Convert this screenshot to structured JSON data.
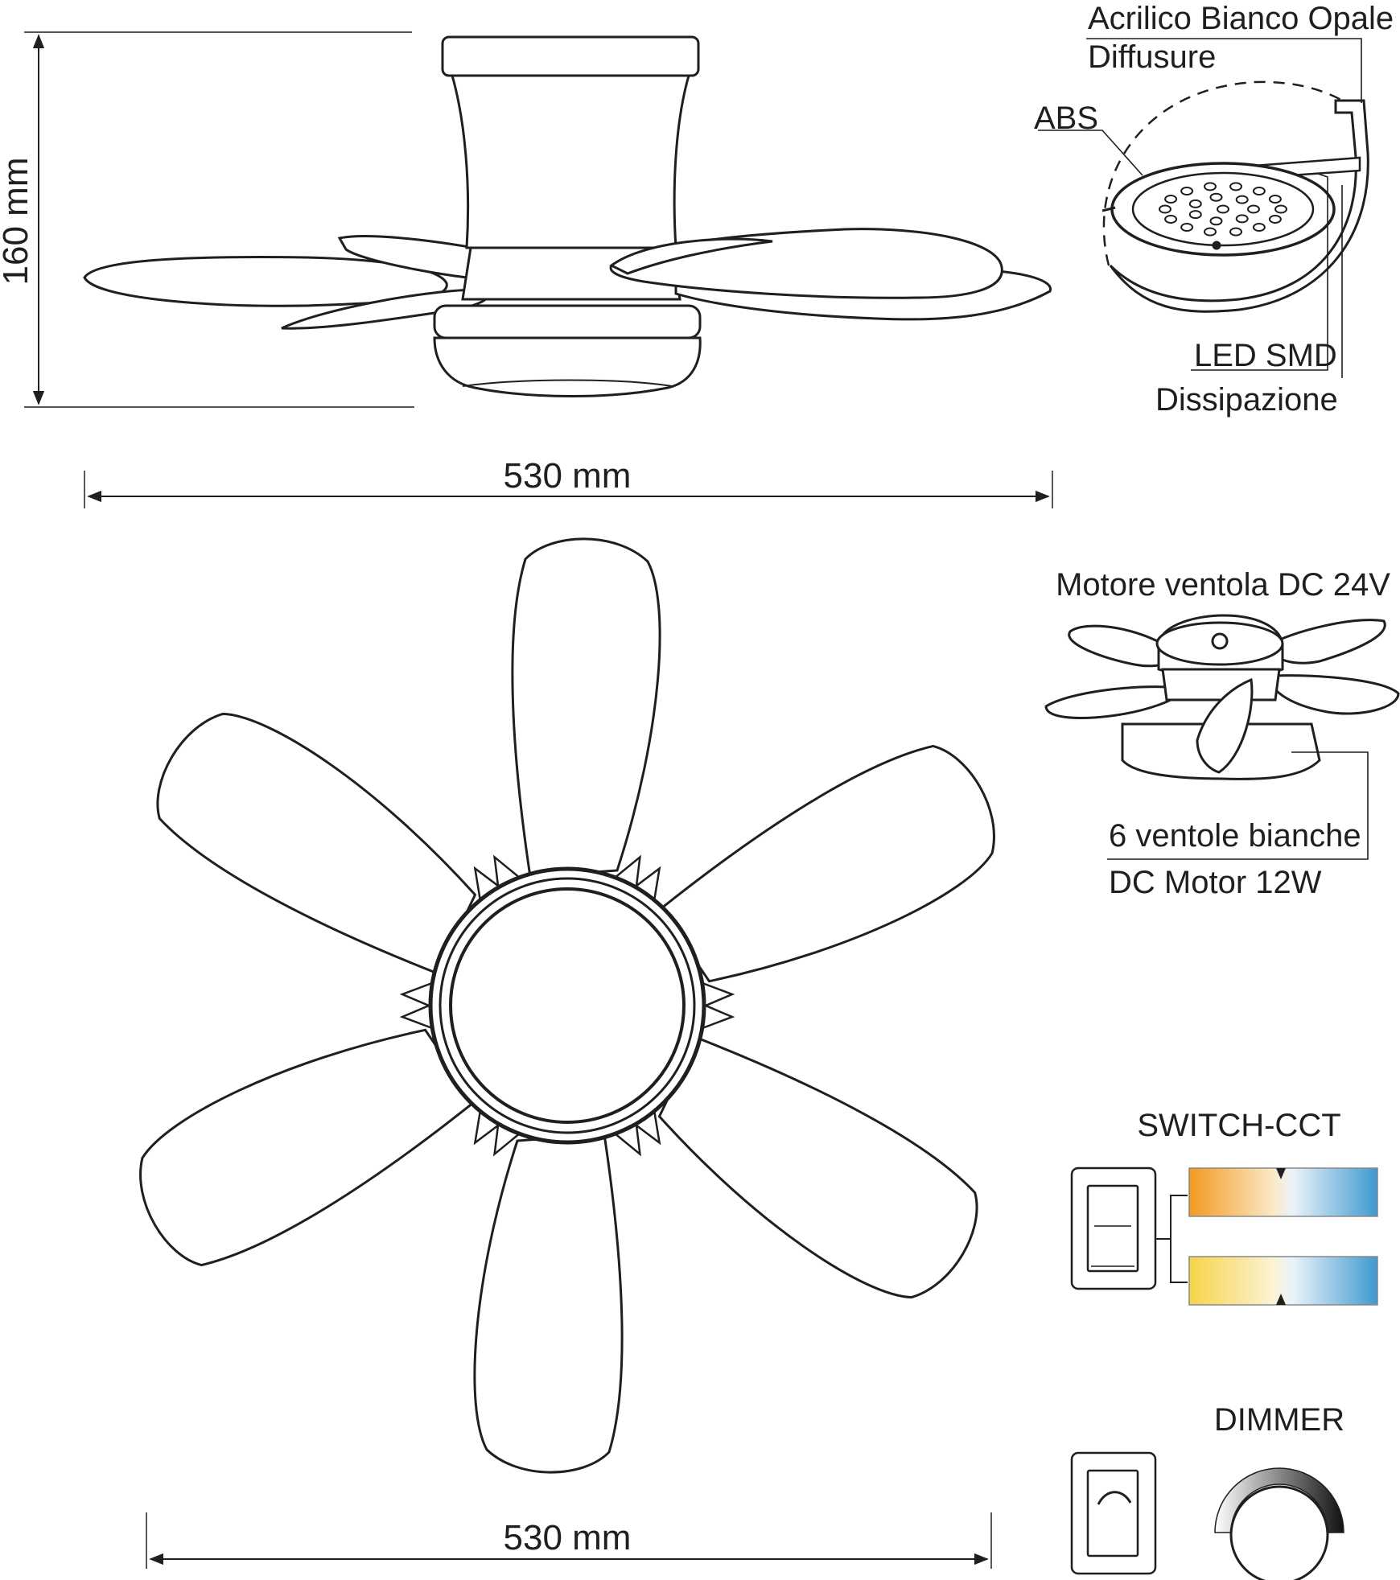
{
  "side_view": {
    "height_label": "160 mm",
    "width_label": "530 mm"
  },
  "top_view": {
    "width_label": "530 mm",
    "blade_count": 6
  },
  "detail_light": {
    "labels": [
      "Acrilico Bianco Opale",
      "Diffusure",
      "ABS",
      "LED SMD",
      "Dissipazione"
    ]
  },
  "detail_motor": {
    "title": "Motore ventola DC 24V",
    "labels": [
      "6 ventole bianche",
      "DC Motor 12W"
    ]
  },
  "switch_cct": {
    "title": "SWITCH-CCT",
    "colors": {
      "bar1": [
        "#f29a20",
        "#fbe9c9",
        "#eaf3fa",
        "#3f99cf"
      ],
      "bar2": [
        "#f6d44a",
        "#fcf3d6",
        "#eaf3fa",
        "#3f99cf"
      ]
    }
  },
  "dimmer": {
    "title": "DIMMER"
  },
  "colors": {
    "line": "#1f1f1f",
    "fill": "#ffffff"
  }
}
